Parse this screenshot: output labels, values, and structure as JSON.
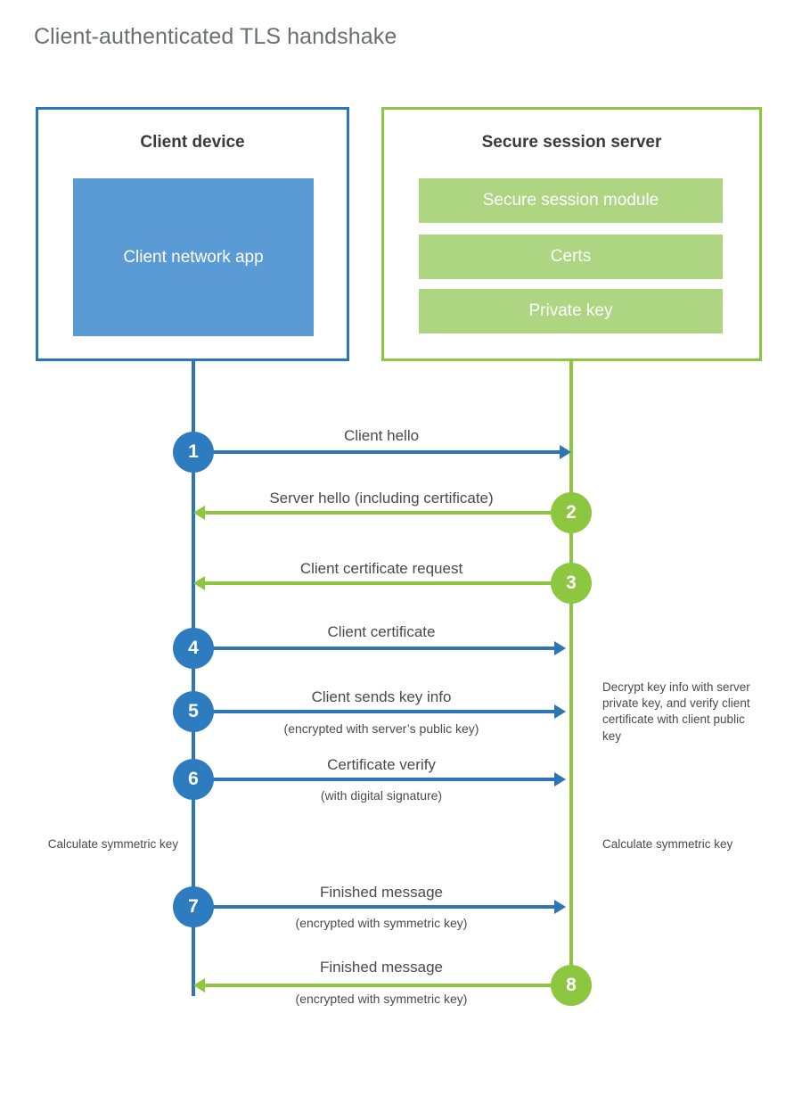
{
  "title": "Client-authenticated TLS handshake",
  "colors": {
    "client_border": "#2E75B6",
    "client_fill": "#5B9BD5",
    "server_border": "#8DC63F",
    "server_fill": "#AED581",
    "client_circle": "#2E7CC0",
    "server_circle": "#8DC63F",
    "title_text": "#6d6e71",
    "body_text": "#4a4a4c"
  },
  "actors": {
    "client": {
      "title": "Client device",
      "app_label": "Client network app"
    },
    "server": {
      "title": "Secure session server",
      "components": [
        "Secure session module",
        "Certs",
        "Private key"
      ]
    }
  },
  "steps": [
    {
      "number": "1",
      "label": "Client hello",
      "sublabel": "",
      "direction": "client-to-server"
    },
    {
      "number": "2",
      "label": "Server hello (including certificate)",
      "sublabel": "",
      "direction": "server-to-client"
    },
    {
      "number": "3",
      "label": "Client certificate request",
      "sublabel": "",
      "direction": "server-to-client"
    },
    {
      "number": "4",
      "label": "Client certificate",
      "sublabel": "",
      "direction": "client-to-server"
    },
    {
      "number": "5",
      "label": "Client sends key info",
      "sublabel": "(encrypted with server’s public key)",
      "direction": "client-to-server"
    },
    {
      "number": "6",
      "label": "Certificate verify",
      "sublabel": "(with digital signature)",
      "direction": "client-to-server"
    },
    {
      "number": "7",
      "label": "Finished message",
      "sublabel": "(encrypted with symmetric key)",
      "direction": "client-to-server"
    },
    {
      "number": "8",
      "label": "Finished message",
      "sublabel": "(encrypted with symmetric key)",
      "direction": "server-to-client"
    }
  ],
  "notes": {
    "server_decrypt": "Decrypt key info with server private key, and verify client certificate with client public key",
    "client_calculate": "Calculate symmetric key",
    "server_calculate": "Calculate symmetric key"
  }
}
